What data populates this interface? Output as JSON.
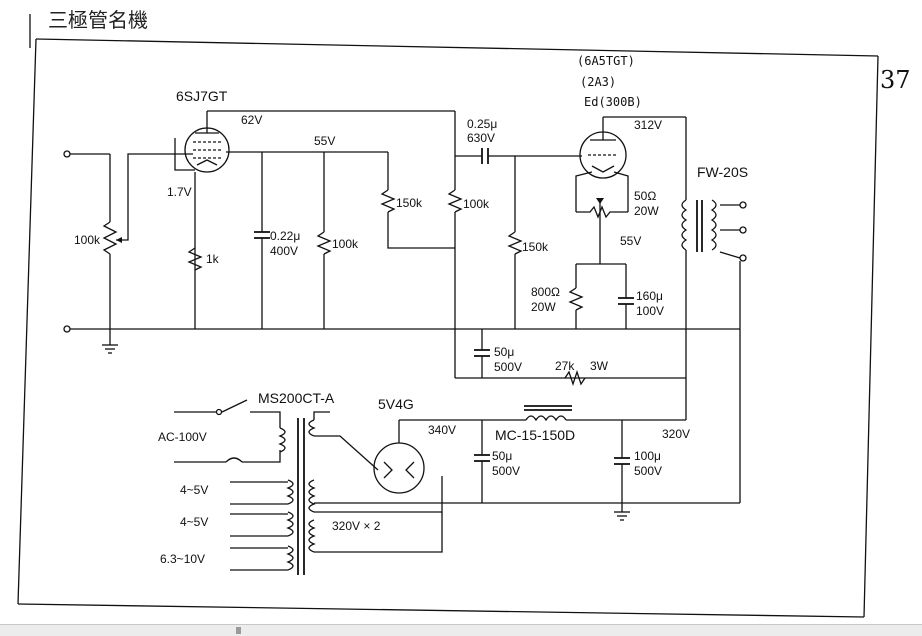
{
  "title": "三極管名機",
  "page_number": "37",
  "tubes": {
    "input": "6SJ7GT",
    "output_notes": [
      "(6A5TGT)",
      "(2A3)",
      "Ed(300B)"
    ],
    "rectifier": "5V4G"
  },
  "transformers": {
    "output": "FW-20S",
    "power": "MS200CT-A",
    "choke": "MC-15-150D"
  },
  "voltages": {
    "v62": "62V",
    "v55": "55V",
    "v1_7": "1.7V",
    "v312": "312V",
    "v55b": "55V",
    "v340": "340V",
    "v320": "320V"
  },
  "components": {
    "r_vol": "100k",
    "r_1k": "1k",
    "c_022": "0.22μ",
    "c_022_v": "400V",
    "r_100k_a": "100k",
    "r_150k_a": "150k",
    "r_100k_b": "100k",
    "c_025": "0.25μ",
    "c_025_v": "630V",
    "r_150k_b": "150k",
    "r_50": "50Ω",
    "r_50_w": "20W",
    "r_800": "800Ω",
    "r_800_w": "20W",
    "c_160": "160μ",
    "c_160_v": "100V",
    "c_50a": "50μ",
    "c_50a_v": "500V",
    "r_27k": "27k",
    "r_27k_w": "3W",
    "c_50b": "50μ",
    "c_50b_v": "500V",
    "c_100": "100μ",
    "c_100_v": "500V"
  },
  "power_labels": {
    "ac": "AC-100V",
    "h1": "4~5V",
    "h2": "4~5V",
    "h3": "6.3~10V",
    "hv": "320V × 2"
  }
}
